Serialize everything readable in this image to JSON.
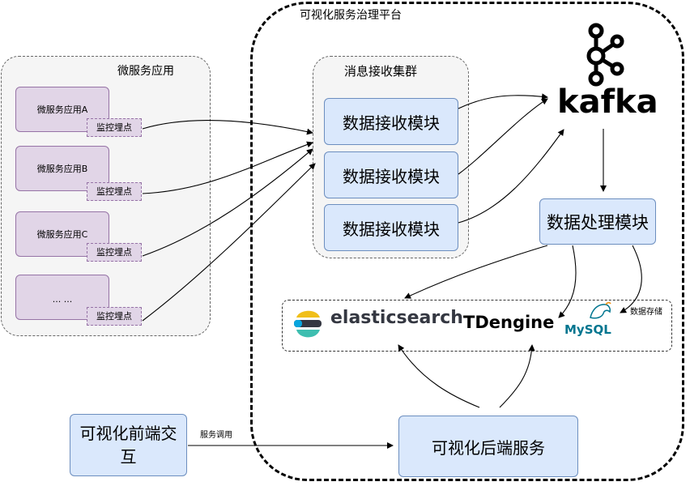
{
  "platform": {
    "title": "可视化服务治理平台"
  },
  "microservices": {
    "title": "微服务应用",
    "apps": [
      {
        "name": "微服务应用A",
        "probe": "监控埋点"
      },
      {
        "name": "微服务应用B",
        "probe": "监控埋点"
      },
      {
        "name": "微服务应用C",
        "probe": "监控埋点"
      },
      {
        "name": "... ...",
        "probe": "监控埋点"
      }
    ]
  },
  "receiver_cluster": {
    "title": "消息接收集群",
    "modules": [
      "数据接收模块",
      "数据接收模块",
      "数据接收模块"
    ]
  },
  "kafka": {
    "label": "kafka"
  },
  "processor": {
    "label": "数据处理模块"
  },
  "storage": {
    "elasticsearch": "elasticsearch",
    "tdengine": "TDengine",
    "mysql": "MySQL",
    "edge_label": "数据存储"
  },
  "frontend": {
    "label": "可视化前端交互"
  },
  "backend": {
    "label": "可视化后端服务"
  },
  "call_edge_label": "服务调用",
  "colors": {
    "purple_fill": "#e1d5e7",
    "purple_border": "#9673a6",
    "blue_fill": "#dae8fc",
    "blue_border": "#6c8ebf",
    "group_fill": "#f5f5f5",
    "es_yellow": "#f0bf1a",
    "es_teal": "#3ebeb0",
    "es_blue": "#07a5de",
    "es_dark": "#343741",
    "mysql_blue": "#00758f",
    "mysql_orange": "#f29111"
  }
}
